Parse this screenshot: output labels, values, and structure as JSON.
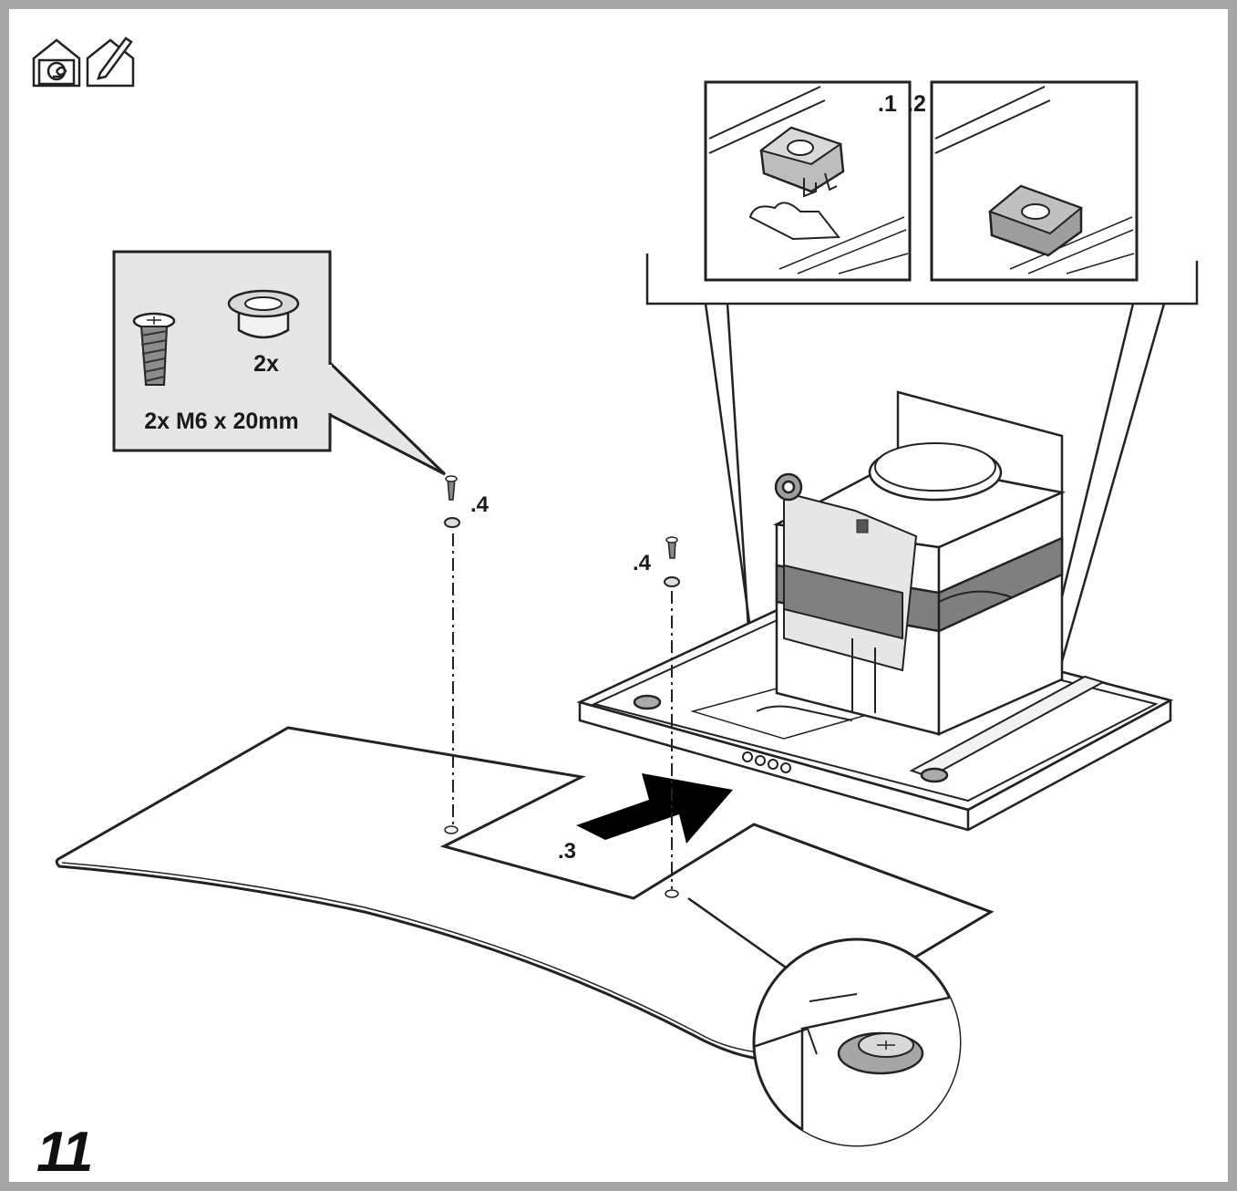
{
  "diagram": {
    "step_number": "11",
    "icons": [
      "house-fan-icon",
      "house-pencil-icon"
    ],
    "parts_box": {
      "screw_label": "2x M6 x 20mm",
      "washer_label": "2x"
    },
    "callouts": {
      "c1": ".1",
      "c2": ".2",
      "c3": ".3",
      "c4_left": ".4",
      "c4_right": ".4"
    },
    "colors": {
      "frame": "#a6a6a6",
      "parts_box_fill": "#e6e6e6",
      "band": "#7f7f7f",
      "arrow": "#000000"
    }
  }
}
